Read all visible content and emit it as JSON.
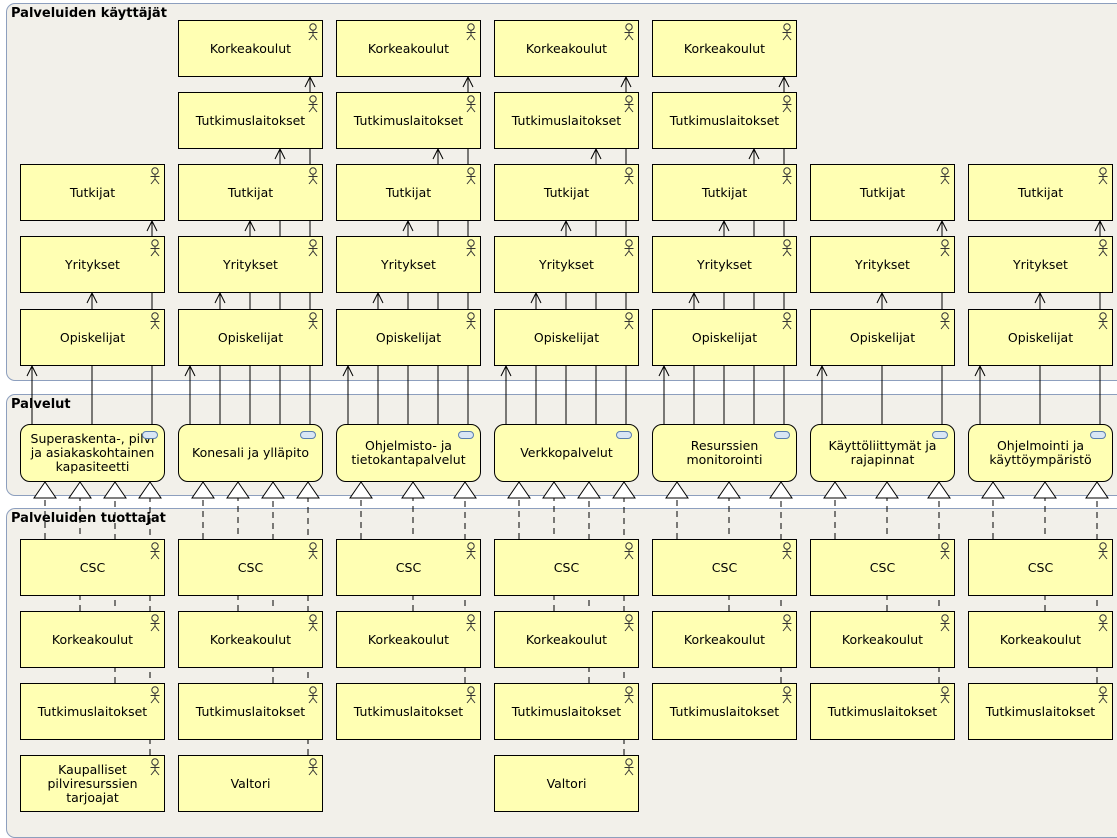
{
  "groups": {
    "users": "Palveluiden käyttäjät",
    "services": "Palvelut",
    "providers": "Palveluiden tuottajat"
  },
  "icons": {
    "actor": "actor-stick-figure-icon",
    "service": "service-pill-icon"
  },
  "colors": {
    "element_fill": "#ffffb3",
    "group_fill": "#f2f0ea",
    "group_border": "#8d9fbe",
    "service_icon": "#d9e6f5"
  },
  "columns": [
    {
      "users": [
        "Opiskelijat",
        "Yritykset",
        "Tutkijat"
      ],
      "service": "Superaskenta-, pilvi\nja asiakaskohtainen\nkapasiteetti",
      "providers": [
        "CSC",
        "Korkeakoulut",
        "Tutkimuslaitokset",
        "Kaupalliset\npilviresurssien\ntarjoajat"
      ]
    },
    {
      "users": [
        "Opiskelijat",
        "Yritykset",
        "Tutkijat",
        "Tutkimuslaitokset",
        "Korkeakoulut"
      ],
      "service": "Konesali ja ylläpito",
      "providers": [
        "CSC",
        "Korkeakoulut",
        "Tutkimuslaitokset",
        "Valtori"
      ]
    },
    {
      "users": [
        "Opiskelijat",
        "Yritykset",
        "Tutkijat",
        "Tutkimuslaitokset",
        "Korkeakoulut"
      ],
      "service": "Ohjelmisto- ja\ntietokantapalvelut",
      "providers": [
        "CSC",
        "Korkeakoulut",
        "Tutkimuslaitokset"
      ]
    },
    {
      "users": [
        "Opiskelijat",
        "Yritykset",
        "Tutkijat",
        "Tutkimuslaitokset",
        "Korkeakoulut"
      ],
      "service": "Verkkopalvelut",
      "providers": [
        "CSC",
        "Korkeakoulut",
        "Tutkimuslaitokset",
        "Valtori"
      ]
    },
    {
      "users": [
        "Opiskelijat",
        "Yritykset",
        "Tutkijat",
        "Tutkimuslaitokset",
        "Korkeakoulut"
      ],
      "service": "Resurssien\nmonitorointi",
      "providers": [
        "CSC",
        "Korkeakoulut",
        "Tutkimuslaitokset"
      ]
    },
    {
      "users": [
        "Opiskelijat",
        "Yritykset",
        "Tutkijat"
      ],
      "service": "Käyttöliittymät ja\nrajapinnat",
      "providers": [
        "CSC",
        "Korkeakoulut",
        "Tutkimuslaitokset"
      ]
    },
    {
      "users": [
        "Opiskelijat",
        "Yritykset",
        "Tutkijat"
      ],
      "service": "Ohjelmointi ja\nkäyttöympäristö",
      "providers": [
        "CSC",
        "Korkeakoulut",
        "Tutkimuslaitokset"
      ]
    }
  ]
}
